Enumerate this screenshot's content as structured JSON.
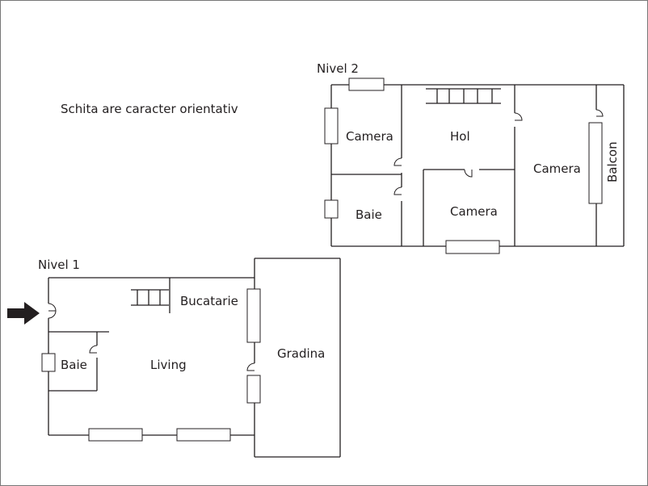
{
  "note": "Schita are caracter orientativ",
  "level1": {
    "title": "Nivel 1",
    "rooms": {
      "bucatarie": "Bucatarie",
      "baie": "Baie",
      "living": "Living",
      "gradina": "Gradina"
    }
  },
  "level2": {
    "title": "Nivel 2",
    "rooms": {
      "camera_left": "Camera",
      "hol": "Hol",
      "camera_right": "Camera",
      "balcon": "Balcon",
      "baie": "Baie",
      "camera_center": "Camera"
    }
  },
  "entrance_icon": "arrow-right-icon",
  "colors": {
    "ink": "#231f20",
    "background": "#ffffff"
  }
}
